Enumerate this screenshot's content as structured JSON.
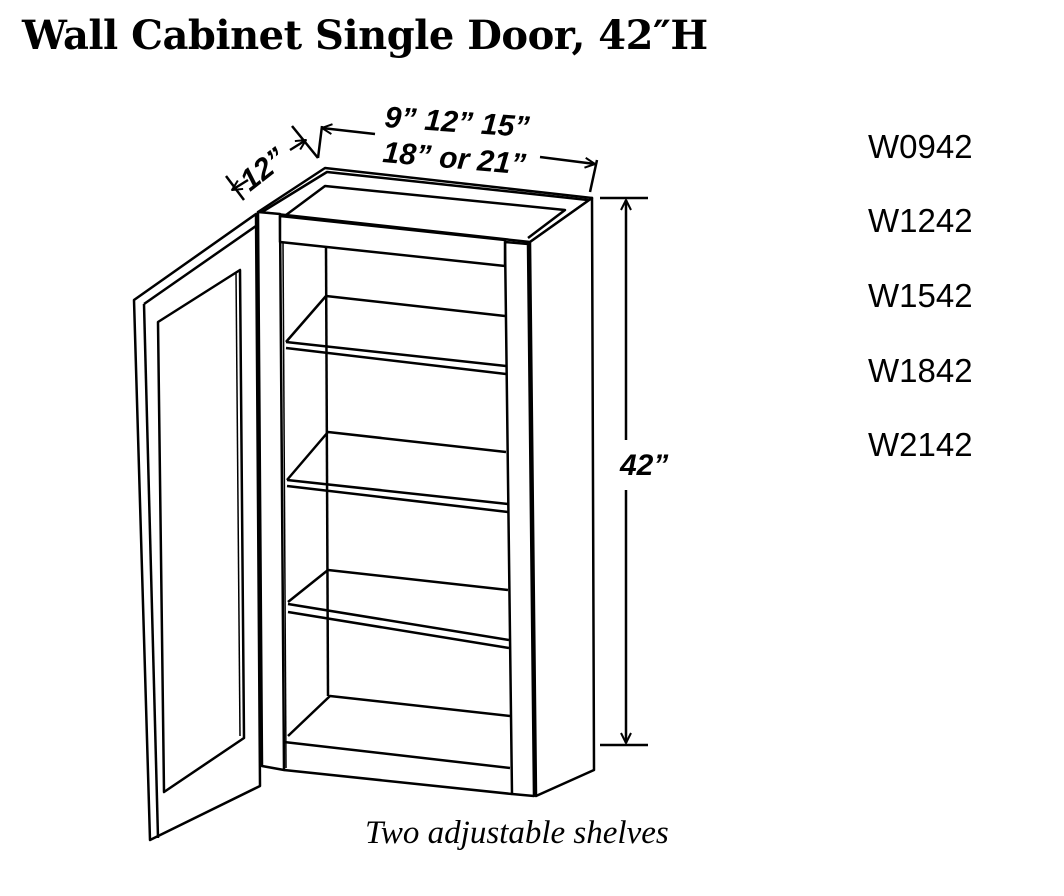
{
  "title": "Wall Cabinet Single Door, 42″H",
  "dimensions": {
    "depth": "12”",
    "width_line1": "9” 12” 15”",
    "width_line2": "18” or 21”",
    "height": "42”"
  },
  "model_codes": [
    "W0942",
    "W1242",
    "W1542",
    "W1842",
    "W2142"
  ],
  "caption": "Two adjustable shelves"
}
